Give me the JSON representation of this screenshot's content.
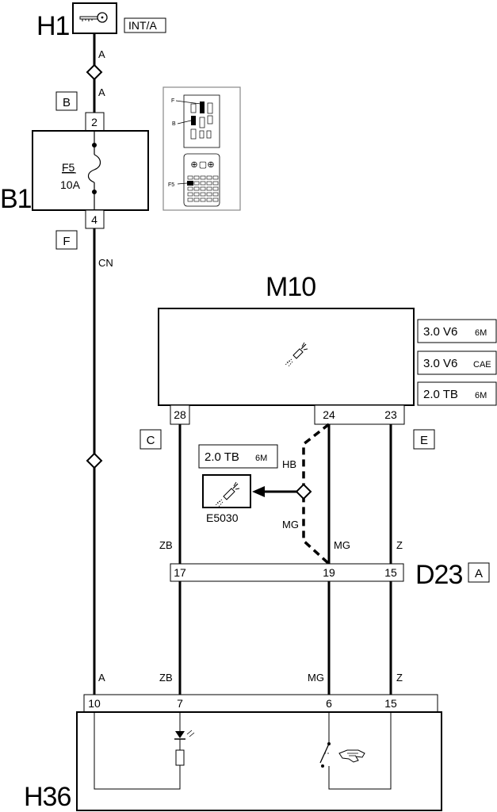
{
  "components": {
    "h1": {
      "ref": "H1",
      "tag": "INT/A"
    },
    "b1": {
      "ref": "B1",
      "fuse": "F5",
      "rating": "10A",
      "pin_in": "2",
      "pin_out": "4"
    },
    "m10": {
      "ref": "M10",
      "pins": [
        "28",
        "24",
        "23"
      ]
    },
    "d23": {
      "ref": "D23",
      "tag": "A",
      "pins": [
        "17",
        "19",
        "15"
      ]
    },
    "h36": {
      "ref": "H36",
      "pins": [
        "10",
        "7",
        "6",
        "15"
      ]
    },
    "e5030": {
      "ref": "E5030",
      "condition": {
        "engine": "2.0 TB",
        "gearbox": "6M"
      }
    }
  },
  "variants": [
    {
      "engine": "3.0 V6",
      "gearbox": "6M"
    },
    {
      "engine": "3.0 V6",
      "gearbox": "CAE"
    },
    {
      "engine": "2.0 TB",
      "gearbox": "6M"
    }
  ],
  "connector_letters": {
    "top": "B",
    "b1_out": "F",
    "left": "C",
    "right": "E"
  },
  "wire_codes": {
    "a": "A",
    "a_upper": "A",
    "cn": "CN",
    "a_lower": "A",
    "zb_upper": "ZB",
    "zb_lower": "ZB",
    "hb": "HB",
    "mg_branch": "MG",
    "mg_upper": "MG",
    "mg_lower": "MG",
    "z_upper": "Z",
    "z_lower": "Z"
  },
  "fusebox_inset": {
    "f": "F",
    "b": "B",
    "f5": "F5"
  },
  "icons": [
    "key-icon",
    "fuse-symbol",
    "washer-spray-icon",
    "led-icon",
    "resistor-icon",
    "switch-icon",
    "hand-icon"
  ]
}
